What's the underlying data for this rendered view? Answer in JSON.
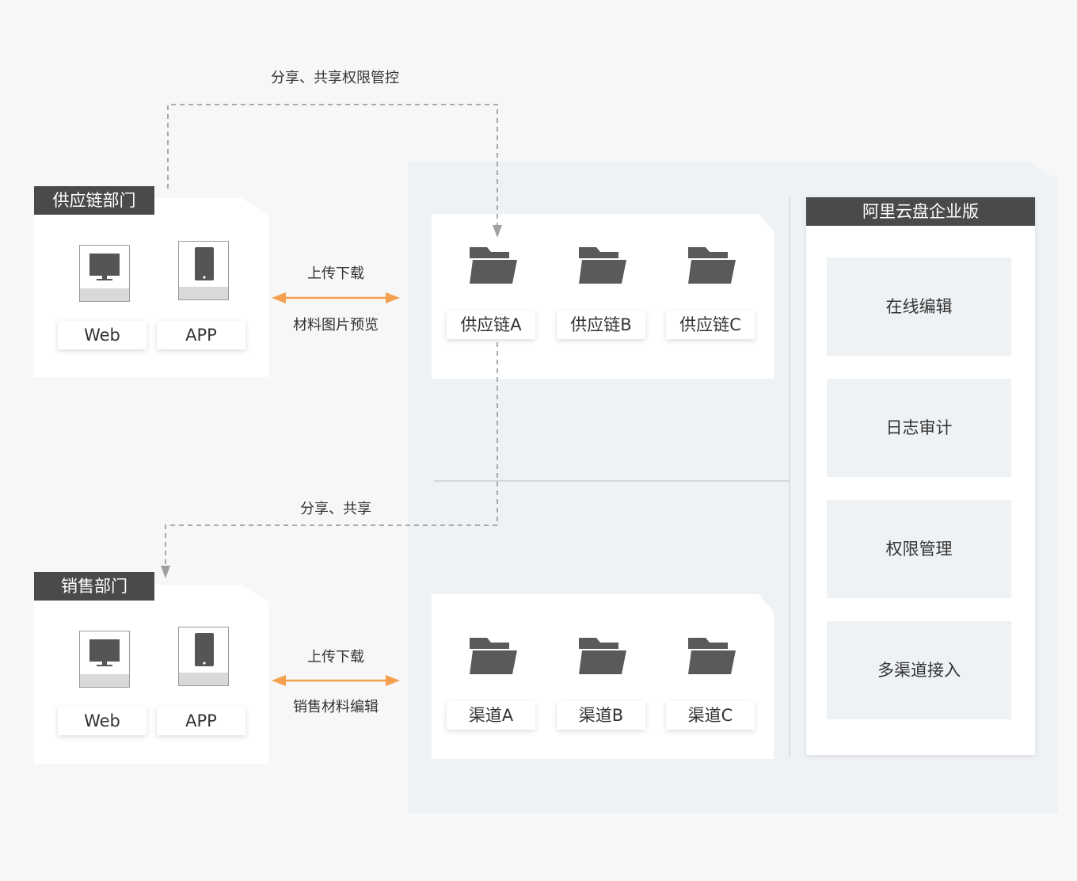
{
  "top_flow_label": "分享、共享权限管控",
  "mid_flow_label": "分享、共享",
  "departments": [
    {
      "name": "供应链部门",
      "devices": [
        "Web",
        "APP"
      ],
      "arrow_top_label": "上传下载",
      "arrow_bottom_label": "材料图片预览"
    },
    {
      "name": "销售部门",
      "devices": [
        "Web",
        "APP"
      ],
      "arrow_top_label": "上传下载",
      "arrow_bottom_label": "销售材料编辑"
    }
  ],
  "folder_groups": [
    {
      "folders": [
        "供应链A",
        "供应链B",
        "供应链C"
      ]
    },
    {
      "folders": [
        "渠道A",
        "渠道B",
        "渠道C"
      ]
    }
  ],
  "cloud": {
    "title": "阿里云盘企业版",
    "features": [
      "在线编辑",
      "日志审计",
      "权限管理",
      "多渠道接入"
    ]
  },
  "colors": {
    "accent_arrow": "#f5a04e",
    "dashed_line": "#9e9e9e",
    "label_bg": "#4a4a4a",
    "panel_bg": "#eff2f5"
  },
  "icons": [
    "monitor-icon",
    "phone-icon",
    "folder-icon"
  ]
}
